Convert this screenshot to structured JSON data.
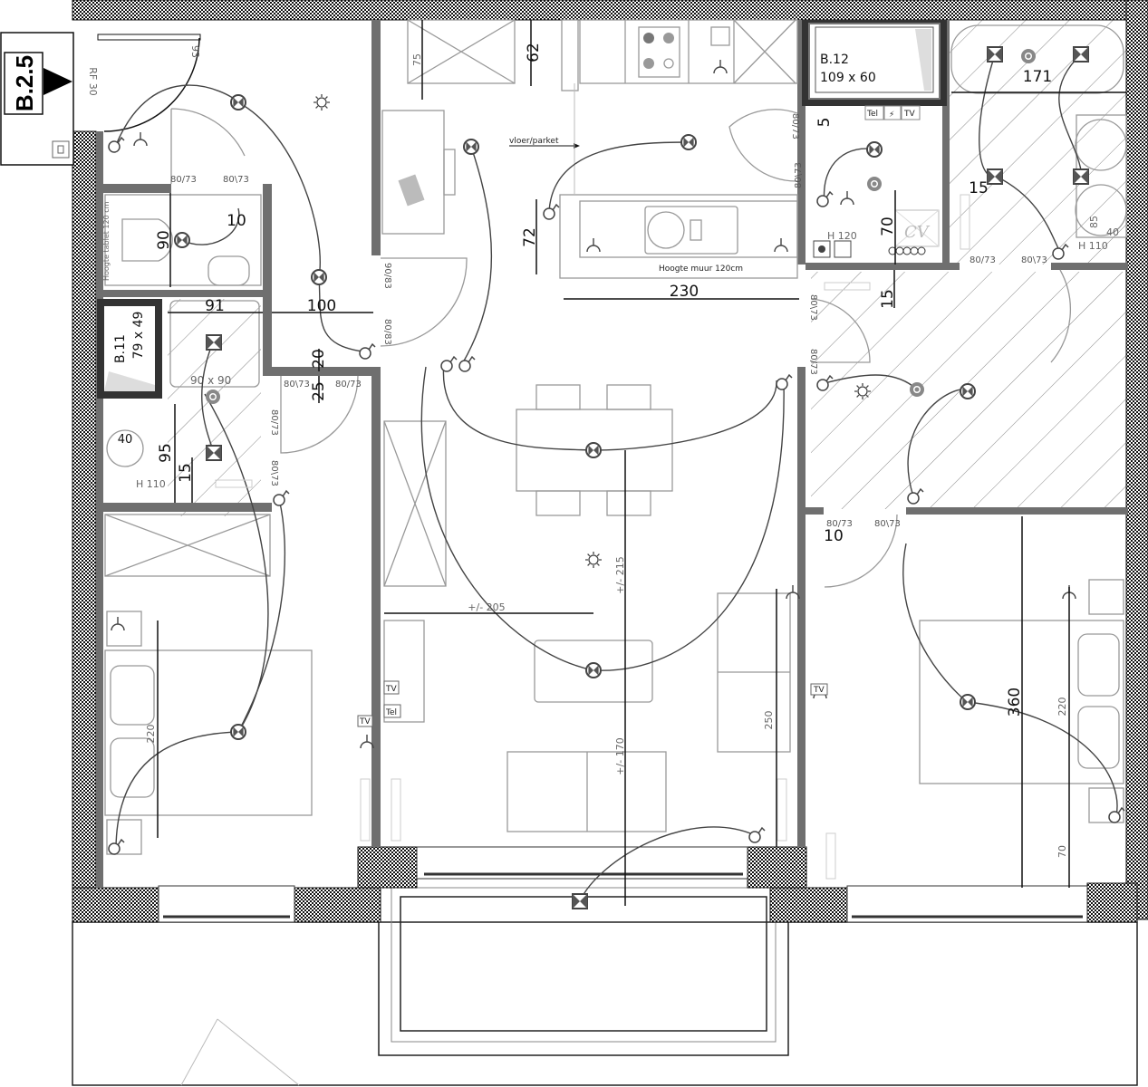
{
  "plan": {
    "unit_label": "B.2.5",
    "entrance_door": "RF 30",
    "entrance_door_width": "93",
    "shaft_b11": {
      "name": "B.11",
      "size": "79 x 49"
    },
    "shaft_b12": {
      "name": "B.12",
      "size": "109 x 60"
    },
    "floor_note": "vloer/parket",
    "kitchen_wall_note": "Hoogte muur 120cm",
    "toilet_note": "Hoogte tablet 120 cm",
    "shower_size": "90 x 90",
    "heights": {
      "technical": "H 120",
      "bath_sink": "H 110",
      "wc_sink": "H 110"
    },
    "outlets": {
      "tel": "Tel",
      "tv": "TV",
      "cv": "CV"
    }
  },
  "dimensions": {
    "kitchen_cabinet_depth": "62",
    "cabinet_height": "75",
    "island_depth": "72",
    "kitchen_width": "230",
    "hall_width": "100",
    "shower_width": "91",
    "toilet_depth": "90",
    "toilet_offset": "10",
    "hall_step_a": "20",
    "hall_step_b": "25",
    "bath_left_depth": "95",
    "bath_left_sink": "40",
    "bath_left_offset": "15",
    "tech_offset": "5",
    "tech_height": "70",
    "bath_offset": "15",
    "bathtub_length": "171",
    "bath_sink_height": "85",
    "bath_sink_width": "40",
    "corridor_offset": "15",
    "bedroom2_door_offset": "10",
    "bedroom2_length": "360",
    "bed2_length": "220",
    "bed2_offset": "70",
    "sofa_length": "250",
    "living_depth_a": "+/- 215",
    "living_depth_b": "+/- 170",
    "living_width": "+/- 205",
    "bed1_length": "220"
  },
  "doors": {
    "d1": "80/73",
    "d2": "80\\73",
    "d3": "90/83",
    "d4": "80/83",
    "d5": "80\\73",
    "d6": "80/73",
    "d7": "80/73",
    "d8": "80\\73",
    "d9": "80/73",
    "d10": "80\\73",
    "d11": "80\\73",
    "d12": "80/73",
    "d13": "80/73",
    "d14": "80\\73",
    "d15": "80/73",
    "d16": "80\\73"
  },
  "colors": {
    "wall": "#6f6f6f",
    "line": "#111111",
    "furniture": "#999999",
    "light": "#555555"
  }
}
